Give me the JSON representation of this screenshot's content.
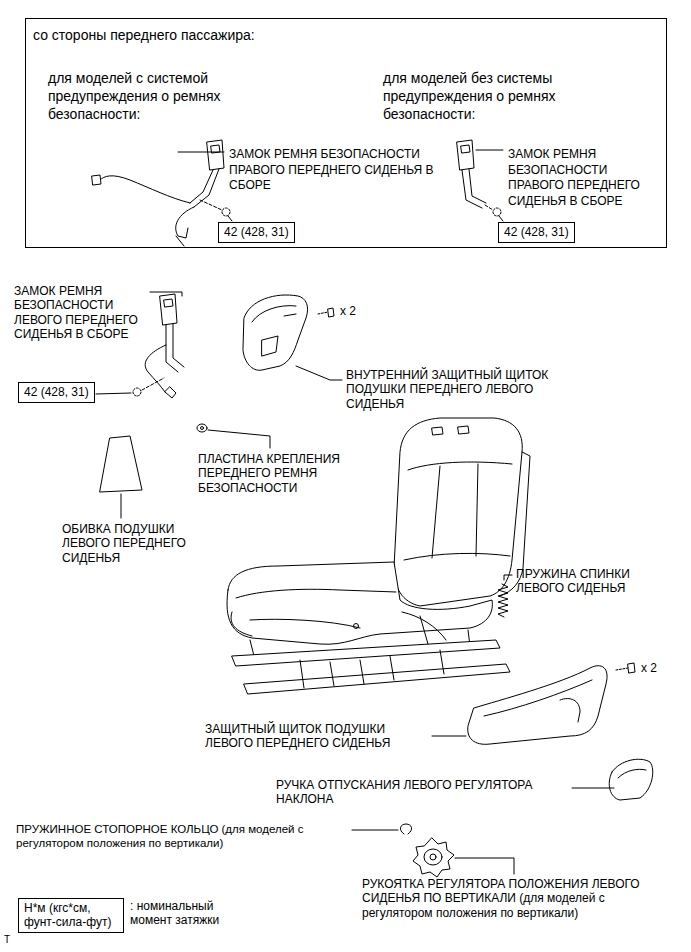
{
  "diagram": {
    "nodes": [
      {
        "text": [
          "со стороны переднего пассажира:",
          "для моделей с системой предупреждения о ремнях безопасности:",
          "для моделей без системы предупреждения о ремнях безопасности:",
          "ЗАМОК РЕМНЯ БЕЗОПАСНОСТИ ПРАВОГО ПЕРЕДНЕГО СИДЕНЬЯ В СБОРЕ",
          "ЗАМОК РЕМНЯ БЕЗОПАСНОСТИ ПРАВОГО ПЕРЕДНЕГО СИДЕНЬЯ В СБОРЕ"
        ]
      },
      {
        "text": [
          "42 (428, 31)"
        ],
        "in": 0
      },
      {
        "text": [
          "42 (428, 31)"
        ],
        "in": 0
      },
      {
        "text": [
          "42 (428, 31)"
        ]
      },
      {
        "text": [
          "Н*м (кгс*см, фунт-сила-фут)"
        ]
      }
    ],
    "labels": [
      "ЗАМОК РЕМНЯ БЕЗОПАСНОСТИ ЛЕВОГО ПЕРЕДНЕГО СИДЕНЬЯ В СБОРЕ",
      "x 2",
      "ВНУТРЕННИЙ ЗАЩИТНЫЙ ЩИТОК ПОДУШКИ ПЕРЕДНЕГО ЛЕВОГО СИДЕНЬЯ",
      "ПЛАСТИНА КРЕПЛЕНИЯ ПЕРЕДНЕГО РЕМНЯ БЕЗОПАСНОСТИ",
      "ОБИВКА ПОДУШКИ ЛЕВОГО ПЕРЕДНЕГО СИДЕНЬЯ",
      "ПРУЖИНА СПИНКИ ЛЕВОГО СИДЕНЬЯ",
      "x 2",
      "ЗАЩИТНЫЙ ЩИТОК ПОДУШКИ ЛЕВОГО ПЕРЕДНЕГО СИДЕНЬЯ",
      "РУЧКА ОТПУСКАНИЯ ЛЕВОГО РЕГУЛЯТОРА НАКЛОНА",
      "ПРУЖИННОЕ СТОПОРНОЕ КОЛЬЦО (для моделей с регулятором положения по вертикали)",
      "РУКОЯТКА РЕГУЛЯТОРА ПОЛОЖЕНИЯ ЛЕВОГО СИДЕНЬЯ ПО ВЕРТИКАЛИ (для моделей с регулятором положения по вертикали)",
      ": номинальный момент затяжки",
      "T"
    ]
  }
}
